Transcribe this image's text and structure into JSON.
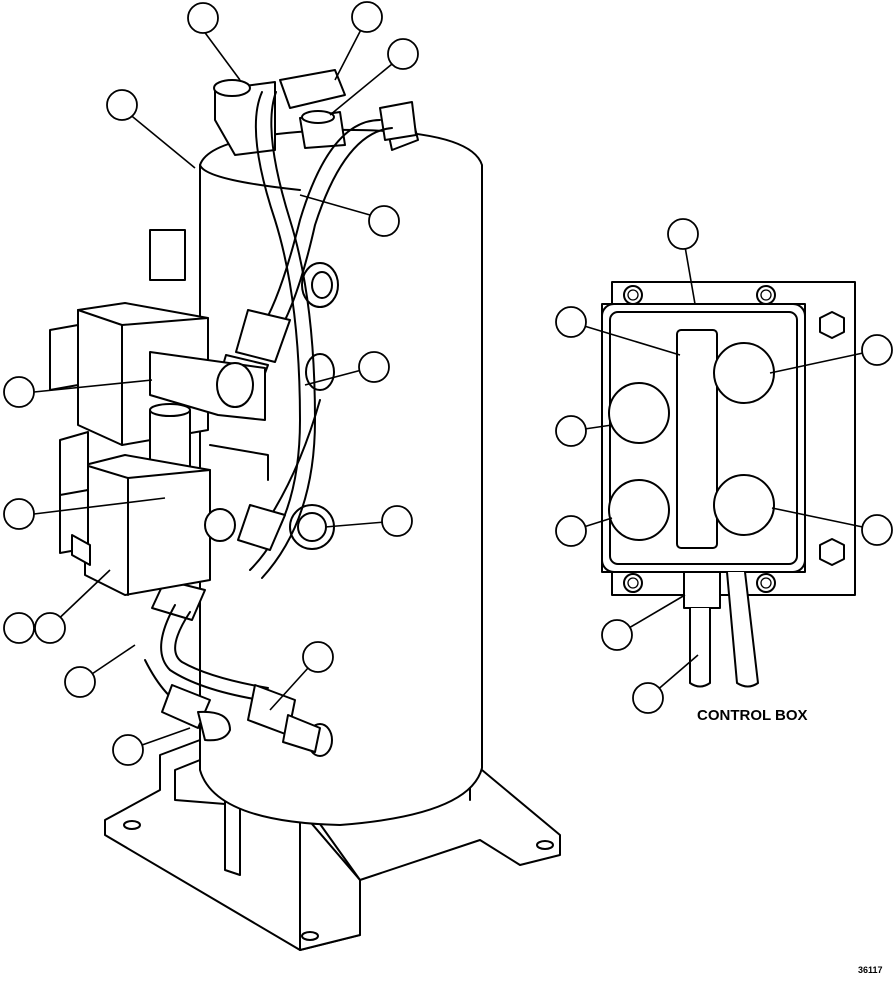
{
  "labels": {
    "control_box": "CONTROL BOX",
    "figure_number": "36117"
  },
  "callout_count": 22,
  "colors": {
    "line": "#000000",
    "background": "#ffffff"
  }
}
